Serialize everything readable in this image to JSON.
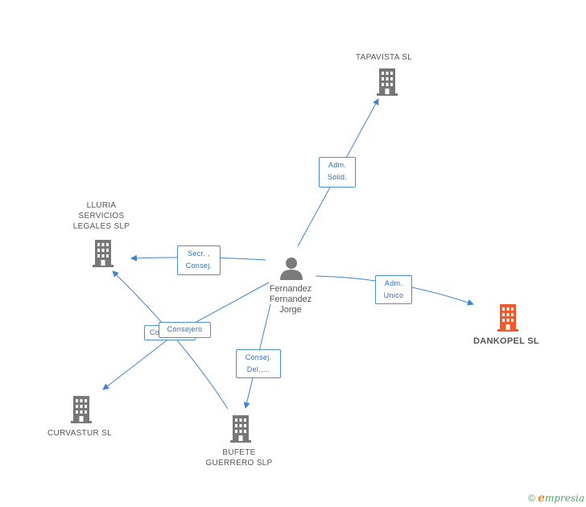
{
  "nodes": {
    "tapavista": {
      "label": "TAPAVISTA  SL"
    },
    "lluria": {
      "line1": "LLURIA",
      "line2": "SERVICIOS",
      "line3": "LEGALES  SLP"
    },
    "dankopel": {
      "label": "DANKOPEL SL"
    },
    "curvastur": {
      "label": "CURVASTUR SL"
    },
    "bufete": {
      "line1": "BUFETE",
      "line2": "GUERRERO SLP"
    },
    "person": {
      "line1": "Fernandez",
      "line2": "Fernandez",
      "line3": "Jorge"
    }
  },
  "edges": {
    "adm_solid": {
      "line1": "Adm.",
      "line2": "Solid."
    },
    "secr_consej": {
      "line1": "Secr. ,",
      "line2": "Consej."
    },
    "adm_unico": {
      "line1": "Adm.",
      "line2": "Unico"
    },
    "consej_del": {
      "line1": "Consej.",
      "line2": "Del.,..."
    },
    "consejero_back": {
      "label": "Co..."
    },
    "consejero": {
      "label": "Consejero"
    }
  },
  "footer": {
    "copyright": "©",
    "brand_initial": "e",
    "brand_rest": "mpresia"
  },
  "colors": {
    "edge": "#3f82d4",
    "building": "#777777",
    "building_main": "#f05a28",
    "person": "#7a7a7a"
  }
}
